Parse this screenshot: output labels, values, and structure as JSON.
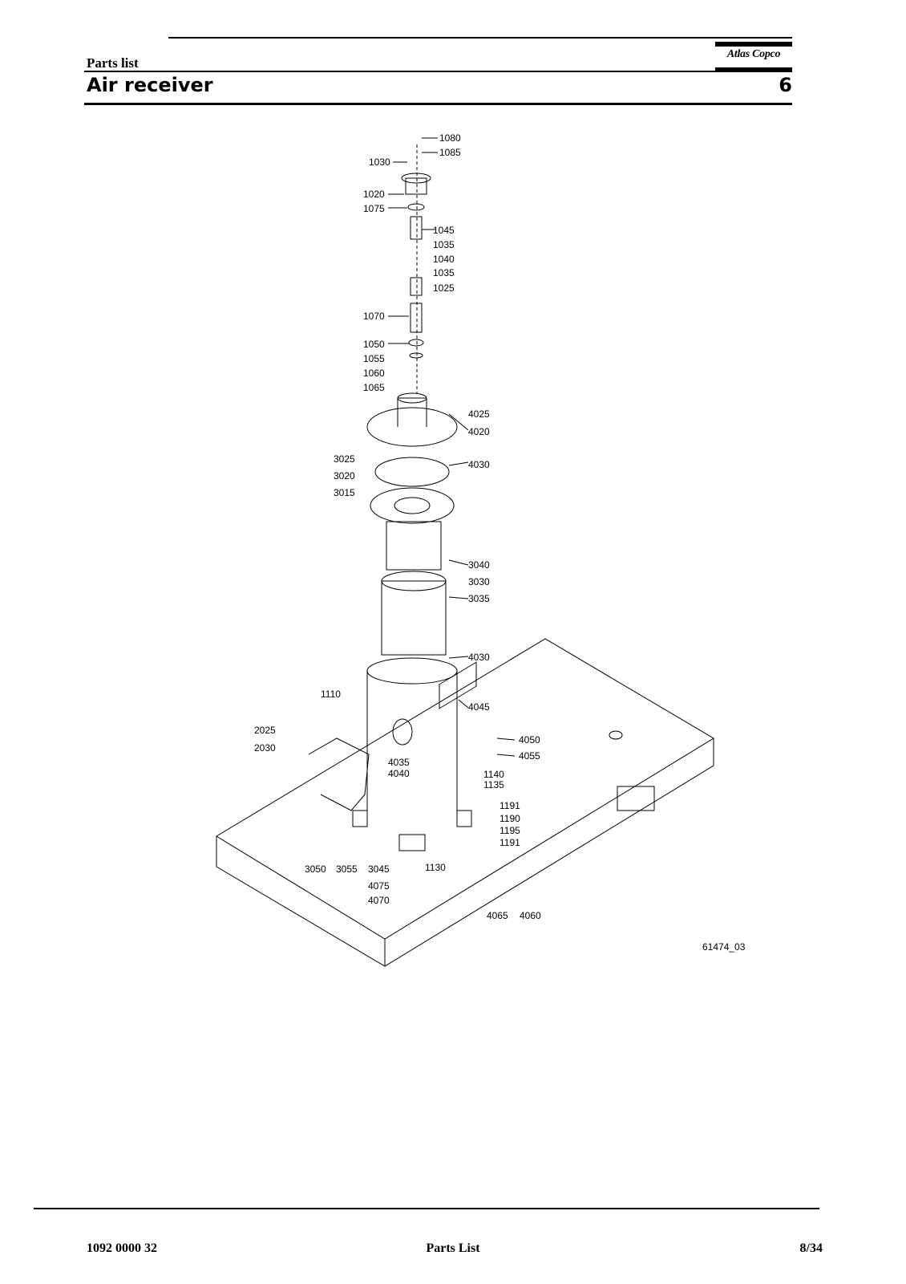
{
  "header": {
    "section_label": "Parts list",
    "title": "Air receiver",
    "chapter_number": "6",
    "logo_text": "Atlas Copco"
  },
  "drawing": {
    "drawing_id": "61474_03",
    "callouts": [
      {
        "id": "c1080",
        "label": "1080"
      },
      {
        "id": "c1085",
        "label": "1085"
      },
      {
        "id": "c1030",
        "label": "1030"
      },
      {
        "id": "c1020",
        "label": "1020"
      },
      {
        "id": "c1075",
        "label": "1075"
      },
      {
        "id": "c1045",
        "label": "1045"
      },
      {
        "id": "c1035a",
        "label": "1035"
      },
      {
        "id": "c1040",
        "label": "1040"
      },
      {
        "id": "c1035b",
        "label": "1035"
      },
      {
        "id": "c1025",
        "label": "1025"
      },
      {
        "id": "c1070",
        "label": "1070"
      },
      {
        "id": "c1050",
        "label": "1050"
      },
      {
        "id": "c1055",
        "label": "1055"
      },
      {
        "id": "c1060",
        "label": "1060"
      },
      {
        "id": "c1065",
        "label": "1065"
      },
      {
        "id": "c4025",
        "label": "4025"
      },
      {
        "id": "c4020",
        "label": "4020"
      },
      {
        "id": "c3025",
        "label": "3025"
      },
      {
        "id": "c3020",
        "label": "3020"
      },
      {
        "id": "c3015",
        "label": "3015"
      },
      {
        "id": "c4030a",
        "label": "4030"
      },
      {
        "id": "c3040",
        "label": "3040"
      },
      {
        "id": "c3030",
        "label": "3030"
      },
      {
        "id": "c3035",
        "label": "3035"
      },
      {
        "id": "c4030b",
        "label": "4030"
      },
      {
        "id": "c1110",
        "label": "1110"
      },
      {
        "id": "c4045",
        "label": "4045"
      },
      {
        "id": "c2025",
        "label": "2025"
      },
      {
        "id": "c2030",
        "label": "2030"
      },
      {
        "id": "c4050",
        "label": "4050"
      },
      {
        "id": "c4055",
        "label": "4055"
      },
      {
        "id": "c4035",
        "label": "4035"
      },
      {
        "id": "c4040",
        "label": "4040"
      },
      {
        "id": "c1140",
        "label": "1140"
      },
      {
        "id": "c1135",
        "label": "1135"
      },
      {
        "id": "c1191a",
        "label": "1191"
      },
      {
        "id": "c1190",
        "label": "1190"
      },
      {
        "id": "c1195",
        "label": "1195"
      },
      {
        "id": "c1191b",
        "label": "1191"
      },
      {
        "id": "c3050",
        "label": "3050"
      },
      {
        "id": "c3055",
        "label": "3055"
      },
      {
        "id": "c3045",
        "label": "3045"
      },
      {
        "id": "c1130",
        "label": "1130"
      },
      {
        "id": "c4075",
        "label": "4075"
      },
      {
        "id": "c4070",
        "label": "4070"
      },
      {
        "id": "c4065",
        "label": "4065"
      },
      {
        "id": "c4060",
        "label": "4060"
      }
    ]
  },
  "footer": {
    "document_number": "1092 0000 32",
    "document_title": "Parts List",
    "page": "8/34"
  }
}
